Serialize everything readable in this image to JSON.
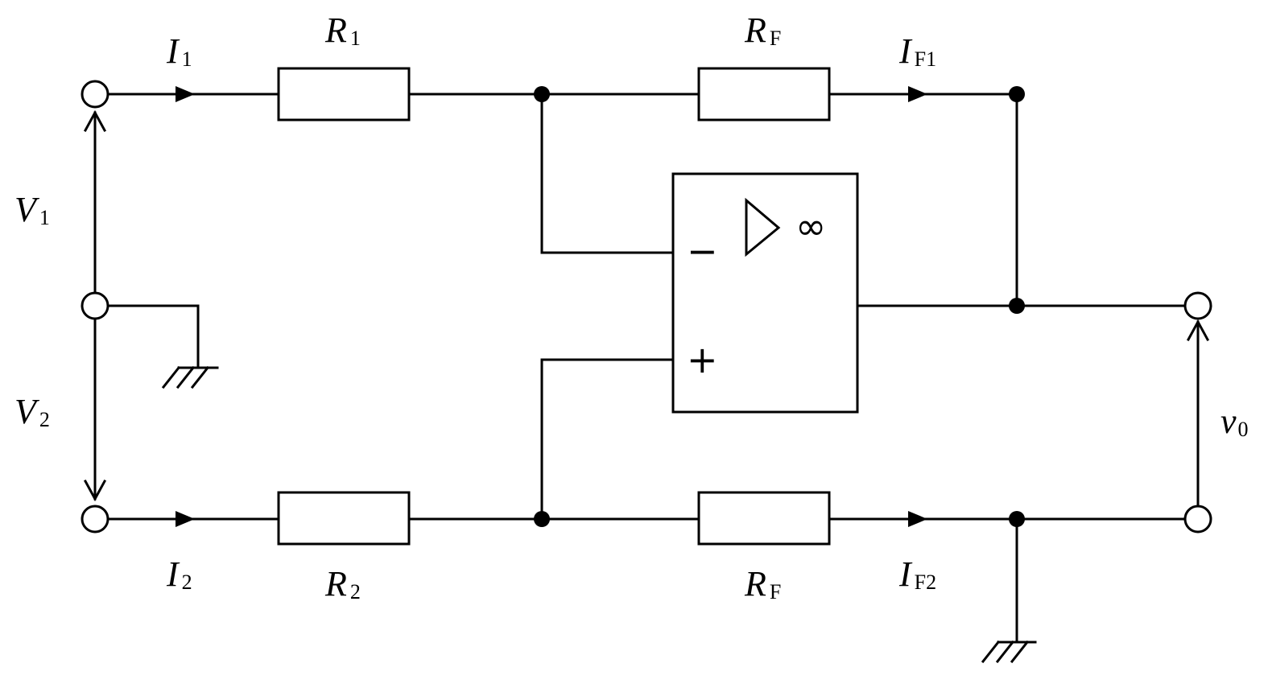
{
  "labels": {
    "i1": {
      "main": "I",
      "sub": "1"
    },
    "i2": {
      "main": "I",
      "sub": "2"
    },
    "r1": {
      "main": "R",
      "sub": "1"
    },
    "r2": {
      "main": "R",
      "sub": "2"
    },
    "rf_top": {
      "main": "R",
      "sub": "F"
    },
    "rf_bottom": {
      "main": "R",
      "sub": "F"
    },
    "if1": {
      "main": "I",
      "sub": "F1"
    },
    "if2": {
      "main": "I",
      "sub": "F2"
    },
    "v1": {
      "main": "V",
      "sub": "1"
    },
    "v2": {
      "main": "V",
      "sub": "2"
    },
    "v0": {
      "main": "v",
      "sub": "0"
    }
  },
  "opamp": {
    "minus": "−",
    "plus": "+",
    "gain": "∞"
  }
}
